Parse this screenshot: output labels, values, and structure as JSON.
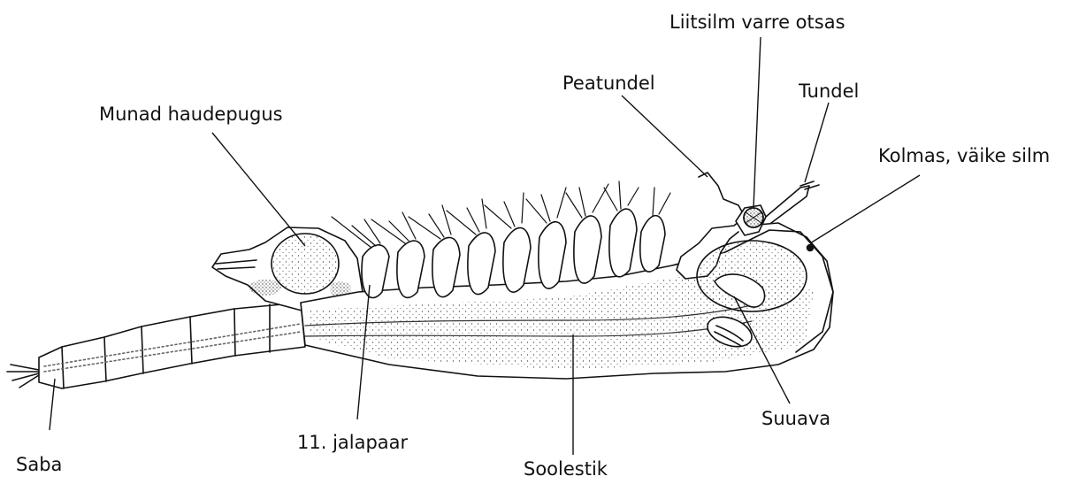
{
  "diagram": {
    "labels": {
      "eye_stalk": "Liitsilm varre otsas",
      "head_appendage": "Peatundel",
      "antenna": "Tundel",
      "third_eye": "Kolmas, väike silm",
      "egg_pouch": "Munad haudepugus",
      "mouth": "Suuava",
      "leg_pair": "11. jalapaar",
      "tail": "Saba",
      "gut": "Soolestik"
    },
    "colors": {
      "ink": "#111111",
      "background": "#ffffff"
    }
  }
}
